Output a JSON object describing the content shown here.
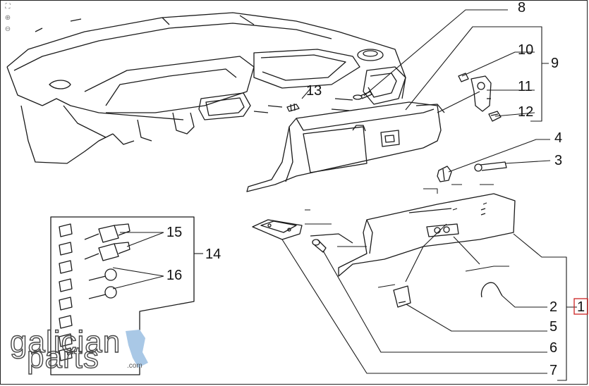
{
  "toolbar": {
    "fit_icon": "fit-screen-icon",
    "zoom_in_icon": "zoom-in-icon",
    "zoom_out_icon": "zoom-out-icon"
  },
  "callouts": {
    "c1": "1",
    "c2": "2",
    "c3": "3",
    "c4": "4",
    "c5": "5",
    "c6": "6",
    "c7": "7",
    "c8": "8",
    "c9": "9",
    "c10": "10",
    "c11": "11",
    "c12": "12",
    "c13": "13",
    "c14": "14",
    "c15": "15",
    "c16": "16"
  },
  "watermark": {
    "line1": "galician",
    "line2": "parts",
    "domain": ".com"
  },
  "colors": {
    "line": "#1a1a1a",
    "highlight_box": "#cc2222",
    "watermark_blue": "#a9c8e6"
  }
}
